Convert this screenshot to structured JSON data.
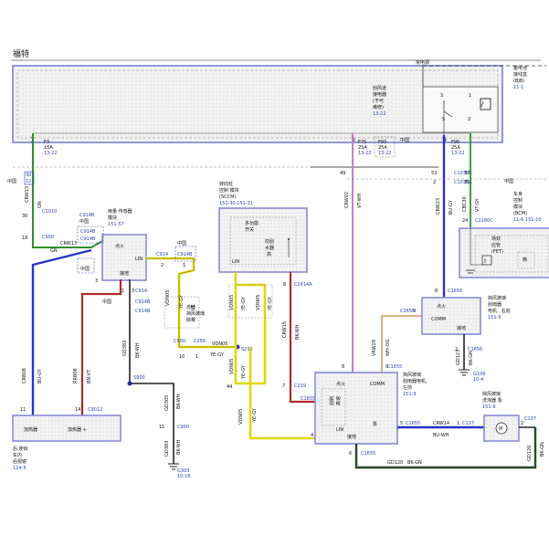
{
  "header": {
    "title": "福特"
  },
  "labels": {
    "power_always": "常电源",
    "bjb_a": "蓄电池",
    "bjb_b": "接线盒",
    "bjb_c": "(BJB)",
    "bjb_ref": "11-1",
    "relay_a": "刮风道",
    "relay_b": "接电器",
    "relay_c": "(不可",
    "relay_d": "维修)",
    "relay_ref": "13-22",
    "pin3": "3",
    "pin1": "1",
    "pin5": "5",
    "pin2": "2",
    "f3": "F3",
    "f3_amp": "15A",
    "f3_ref": "13-22",
    "f75": "F75",
    "f75_amp": "25A",
    "f75_ref": "13-22",
    "f93": "F93",
    "f93_amp": "25A",
    "f93_ref": "13-22",
    "f90": "F90",
    "f90_amp": "25A",
    "f90_ref": "13-22",
    "zhongguo": "中国",
    "n30": "30",
    "n12": "12",
    "n18": "18",
    "n49": "49",
    "n53": "53",
    "n37": "37",
    "n2": "2",
    "n35": "35",
    "n24": "24",
    "c1010": "C1010",
    "c900a": "C900",
    "c1035a": "C1035A",
    "c1035b": "C1035B",
    "c2280c": "C2280C",
    "w_gn": "GN",
    "w_crw13": "CRW13",
    "w_crw02": "CRW02",
    "w_vtwh": "VT-WH",
    "w_crw23": "CRW23",
    "w_bugy": "BU-GY",
    "w_cbc30": "CBC30",
    "w_vtgy": "VT-GY",
    "rain_a": "雨量 传感器",
    "rain_b": "模块",
    "rain_ref": "151-57",
    "c914b": "C914B",
    "ignition": "点火",
    "lin": "LIN",
    "ground": "接地",
    "n1": "1",
    "n3": "3",
    "c914a": "C914",
    "c914_2": "C914",
    "yegy": "YE-GY",
    "sccm_a": "转向柱",
    "sccm_b": "控制 模块",
    "sccm_c": "(SCCM)",
    "sccm_ref": "151-30  151-31",
    "multi_a": "多功能",
    "multi_b": "开关",
    "wiper_a": "前刮",
    "wiper_b": "水器",
    "wiper_c": "高",
    "c2414a": "C2414A",
    "n8": "8",
    "crw15": "CRW15",
    "bkwh": "BK-WH",
    "bcm_a": "车身",
    "bcm_b": "控制",
    "bcm_c": "模块",
    "bcm_d": "(BCM)",
    "bcm_ref": "11-6  151-10",
    "fet_a": "场效",
    "fet_b": "应管",
    "fet_c": "(FET)",
    "motor_r_a": "挡风玻璃",
    "motor_r_b": "刮雨器",
    "motor_r_c": "电机 , 右前",
    "motor_r_ref": "151-9",
    "comm": "COMM",
    "c1656": "C1656",
    "n9": "9",
    "vrw28": "VRW28",
    "whog": "WH-OG",
    "gd123": "GD123",
    "bkgn": "BK-GN",
    "g106": "G106",
    "g106_ref": "10-4",
    "heat_a": "加热器",
    "heat_b": "加热器 +",
    "heated_a": "后 使目",
    "heated_b": "车内",
    "heated_c": "后视镜",
    "heated_ref": "124-5",
    "n11": "11",
    "n14": "14",
    "c9012": "C9012",
    "crb08": "CRB08",
    "rrb08": "RRB08",
    "bnvt": "BN-VT",
    "gd383": "GD383",
    "s900": "S900",
    "c900b": "C900",
    "c256": "C256",
    "vdn05": "VDN05",
    "s215": "S215",
    "n10": "10",
    "wash_a": "自动",
    "wash_b": "挡风玻璃",
    "wash_c": "除雾",
    "ve": "VE",
    "gd305": "GD305",
    "g303": "G303",
    "g303_ref": "10-16",
    "motor_l_a": "挡风玻璃",
    "motor_l_b": "刮雨器电机,",
    "motor_l_c": "左前",
    "motor_l_ref": "151-9",
    "c1655": "C1655",
    "c219": "C219",
    "n7": "7",
    "n44": "44",
    "n4": "4",
    "n6": "6",
    "n5": "5",
    "wash_pump": "泵",
    "hi_lo_a": "高速",
    "hi_lo_b": "刮刷",
    "gd120": "GD120",
    "crw14": "CRW14",
    "buwh": "BU-WH",
    "c137": "C137",
    "washer_a": "挡风玻璃",
    "washer_b": "洗涤器 泵",
    "washer_ref": "151-9",
    "motor_sym": "M",
    "bkwh2": "BK-WH"
  }
}
